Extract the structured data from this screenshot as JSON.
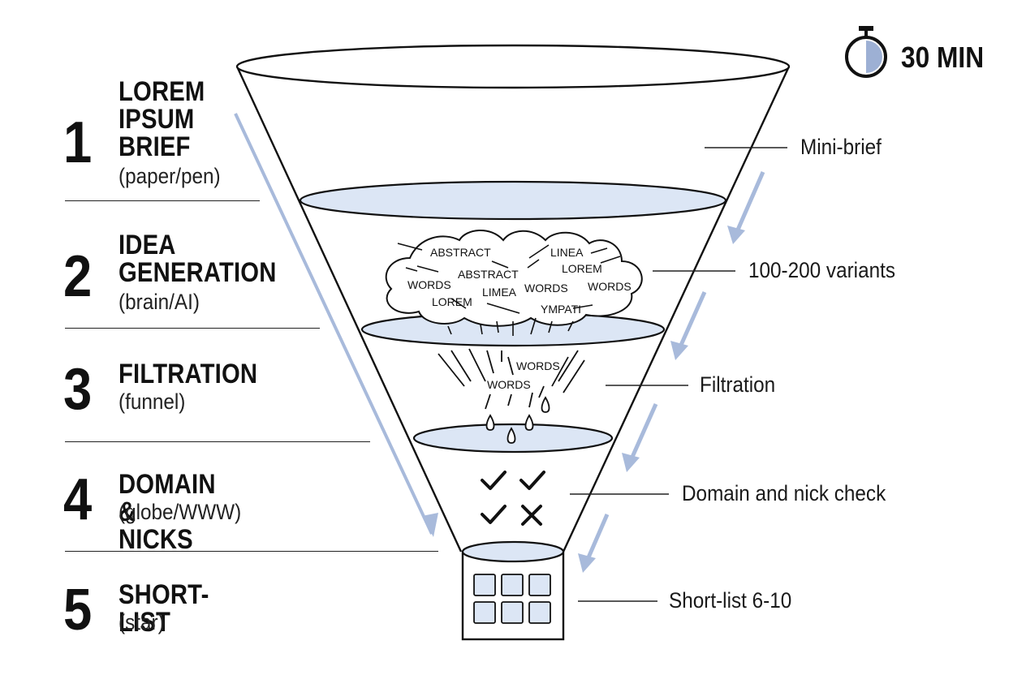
{
  "timer": {
    "label": "30 MIN",
    "icon": "stopwatch-icon"
  },
  "steps": [
    {
      "num": "1",
      "title": "LOREM\nIPSUM\nBRIEF",
      "sub": "(paper/pen)"
    },
    {
      "num": "2",
      "title": "IDEA\nGENERATION",
      "sub": "(brain/AI)"
    },
    {
      "num": "3",
      "title": "FILTRATION",
      "sub": "(funnel)"
    },
    {
      "num": "4",
      "title": "DOMAIN & NICKS",
      "sub": "(globe/WWW)"
    },
    {
      "num": "5",
      "title": "SHORT-LIST",
      "sub": "(star)"
    }
  ],
  "stages": [
    {
      "label": "Mini-brief"
    },
    {
      "label": "100-200 variants"
    },
    {
      "label": "Filtration"
    },
    {
      "label": "Domain and nick check"
    },
    {
      "label": "Short-list 6-10"
    }
  ],
  "cloud_words": [
    "ABSTRACT",
    "LINEA",
    "ABSTRACT",
    "LOREM",
    "WORDS",
    "LIMEA",
    "WORDS",
    "WORDS",
    "LOREM",
    "YMPATI"
  ],
  "filter_words": [
    "WORDS",
    "WORDS"
  ],
  "colors": {
    "accent": "#9db0d4",
    "fill": "#dce6f5",
    "ink": "#111111"
  }
}
